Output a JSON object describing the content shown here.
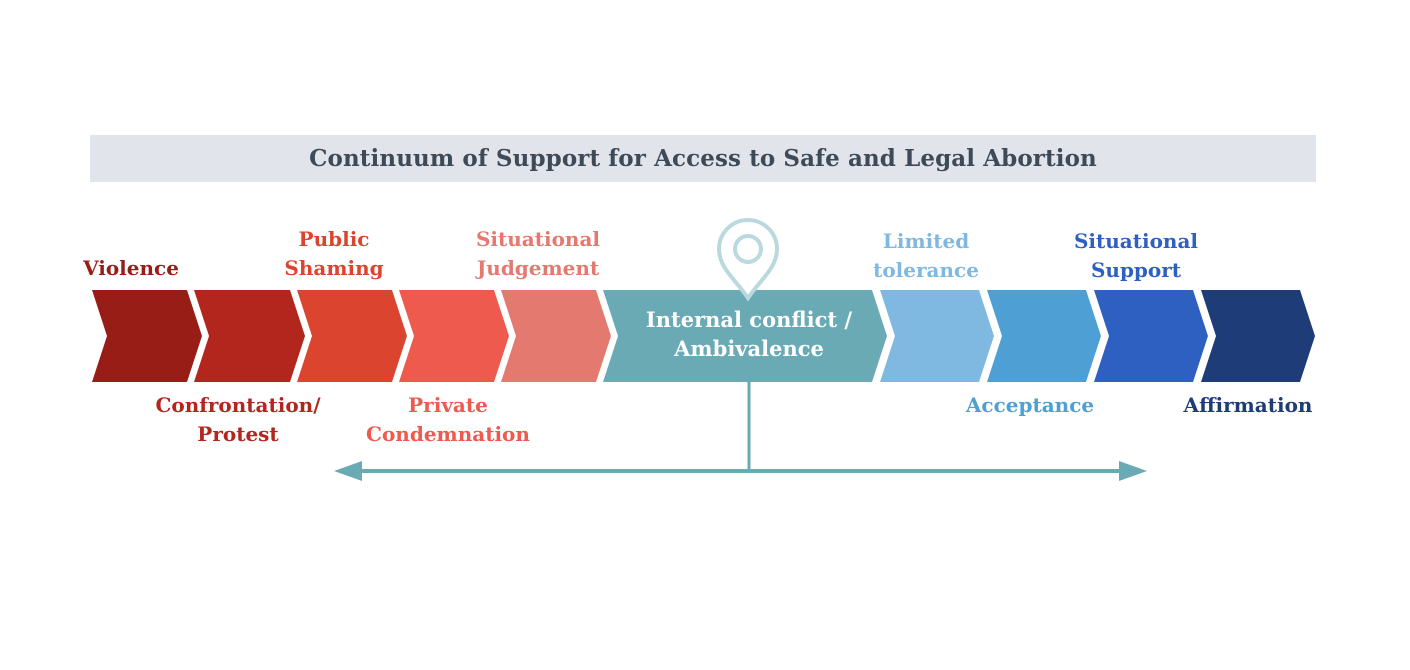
{
  "title": "Continuum of Support for Access to Safe and Legal Abortion",
  "colors": {
    "title_text": "#3e4a57",
    "title_bg": "#e1e4ea",
    "center": "#6aaab4",
    "arrow_line": "#6aaab4",
    "marker": "#b9d9de"
  },
  "stages": [
    {
      "color": "#981d16"
    },
    {
      "color": "#b3261e"
    },
    {
      "color": "#db4530"
    },
    {
      "color": "#ee5a4e"
    },
    {
      "color": "#e3796f"
    },
    {
      "color": "#6aaab4"
    },
    {
      "color": "#7fb8e0"
    },
    {
      "color": "#4ea0d4"
    },
    {
      "color": "#2e60c2"
    },
    {
      "color": "#1d3c78"
    }
  ],
  "labels": {
    "violence": {
      "lines": [
        "Violence"
      ],
      "color": "#981d16"
    },
    "confrontation": {
      "lines": [
        "Confrontation/",
        "Protest"
      ],
      "color": "#b3261e"
    },
    "public_shaming": {
      "lines": [
        "Public",
        "Shaming"
      ],
      "color": "#db4530"
    },
    "private_condemnation": {
      "lines": [
        "Private",
        "Condemnation"
      ],
      "color": "#ee5a4e"
    },
    "situational_judgement": {
      "lines": [
        "Situational",
        "Judgement"
      ],
      "color": "#e3796f"
    },
    "internal_conflict": {
      "lines": [
        "Internal conflict /",
        "Ambivalence"
      ],
      "color": "#ffffff"
    },
    "limited_tolerance": {
      "lines": [
        "Limited",
        "tolerance"
      ],
      "color": "#7fb8e0"
    },
    "acceptance": {
      "lines": [
        "Acceptance"
      ],
      "color": "#4ea0d4"
    },
    "situational_support": {
      "lines": [
        "Situational",
        "Support"
      ],
      "color": "#2e60c2"
    },
    "affirmation": {
      "lines": [
        "Affirmation"
      ],
      "color": "#1d3c78"
    }
  },
  "icons": {
    "marker": "location-pin-icon",
    "range_arrow": "double-headed-arrow-icon"
  }
}
